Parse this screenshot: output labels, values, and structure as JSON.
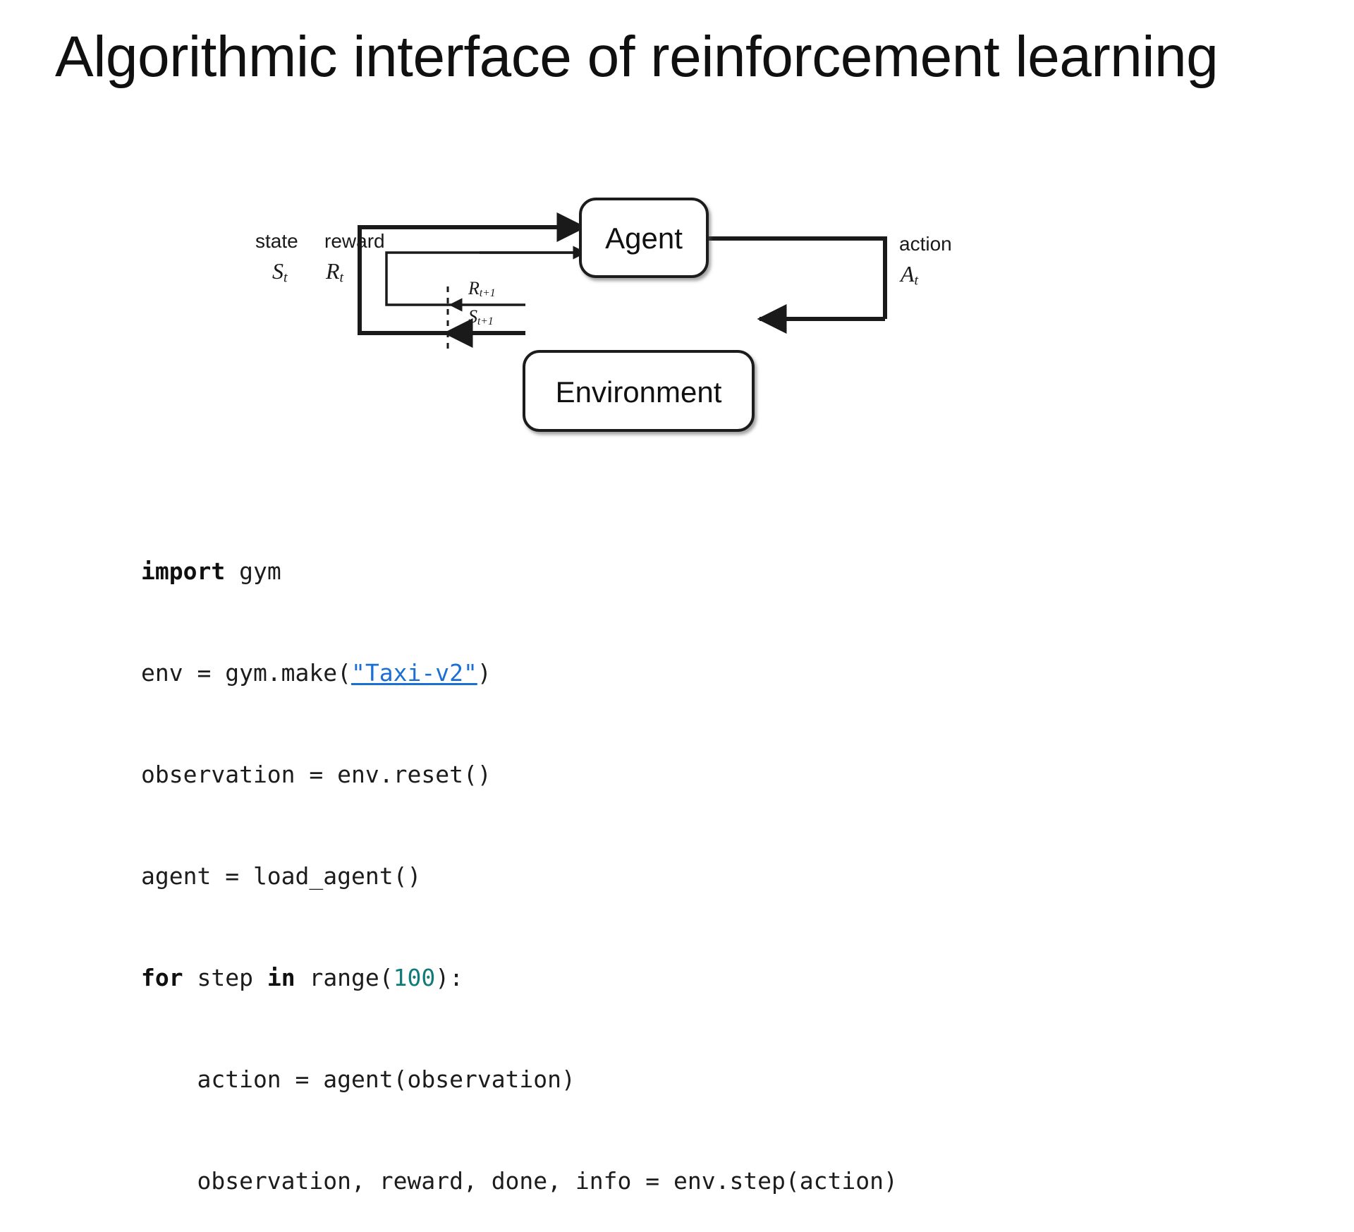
{
  "slide": {
    "title": "Algorithmic interface of reinforcement learning",
    "background_color": "#ffffff"
  },
  "diagram": {
    "name": "agent-environment-interaction-loop",
    "nodes": [
      {
        "id": "agent",
        "label": "Agent"
      },
      {
        "id": "environment",
        "label": "Environment"
      }
    ],
    "edge_labels": {
      "state_word": "state",
      "state_symbol_base": "S",
      "state_symbol_sub": "t",
      "reward_word": "reward",
      "reward_symbol_base": "R",
      "reward_symbol_sub": "t",
      "action_word": "action",
      "action_symbol_base": "A",
      "action_symbol_sub": "t",
      "next_reward_base": "R",
      "next_reward_sub": "t+1",
      "next_state_base": "S",
      "next_state_sub": "t+1"
    },
    "stroke_color": "#1a1a1a",
    "node_fill": "#ffffff"
  },
  "code": {
    "language": "python",
    "link_color": "#1a6fd4",
    "number_color": "#0e7c78",
    "lines": [
      {
        "id": "l1",
        "parts": [
          {
            "t": "import",
            "style": "kw"
          },
          {
            "t": " gym",
            "style": "plain"
          }
        ]
      },
      {
        "id": "l2",
        "parts": [
          {
            "t": "env = gym.make(",
            "style": "plain"
          },
          {
            "t": "\"Taxi-v2\"",
            "style": "link"
          },
          {
            "t": ")",
            "style": "plain"
          }
        ]
      },
      {
        "id": "l3",
        "parts": [
          {
            "t": "observation = env.reset()",
            "style": "plain"
          }
        ]
      },
      {
        "id": "l4",
        "parts": [
          {
            "t": "agent = load_agent()",
            "style": "plain"
          }
        ]
      },
      {
        "id": "l5",
        "parts": [
          {
            "t": "for",
            "style": "kw"
          },
          {
            "t": " step ",
            "style": "plain"
          },
          {
            "t": "in",
            "style": "kw"
          },
          {
            "t": " range(",
            "style": "plain"
          },
          {
            "t": "100",
            "style": "num"
          },
          {
            "t": "):",
            "style": "plain"
          }
        ]
      },
      {
        "id": "l6",
        "parts": [
          {
            "t": "    action = agent(observation)",
            "style": "plain"
          }
        ]
      },
      {
        "id": "l7",
        "parts": [
          {
            "t": "    observation, reward, done, info = env.step(action)",
            "style": "plain"
          }
        ]
      }
    ]
  }
}
